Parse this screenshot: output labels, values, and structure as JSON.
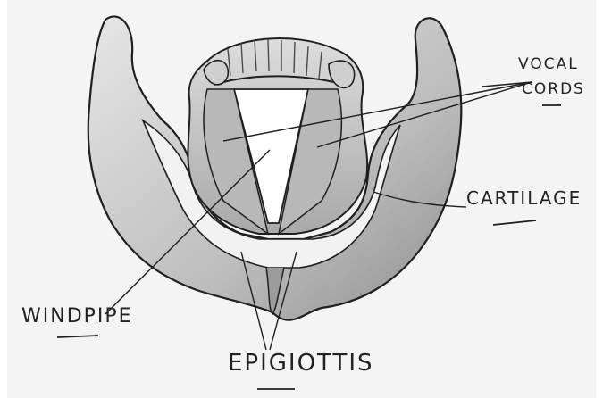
{
  "labels": {
    "vocal_cords_line1": "VOCAL",
    "vocal_cords_line2": "CORDS",
    "cartilage": "CARTILAGE",
    "windpipe": "WINDPIPE",
    "epiglottis": "EPIGIOTTIS"
  },
  "colors": {
    "paper": "#f4f4f4",
    "ink": "#1f1f1f",
    "shade": "#c9c9c9",
    "shade_dark": "#9a9a9a"
  }
}
